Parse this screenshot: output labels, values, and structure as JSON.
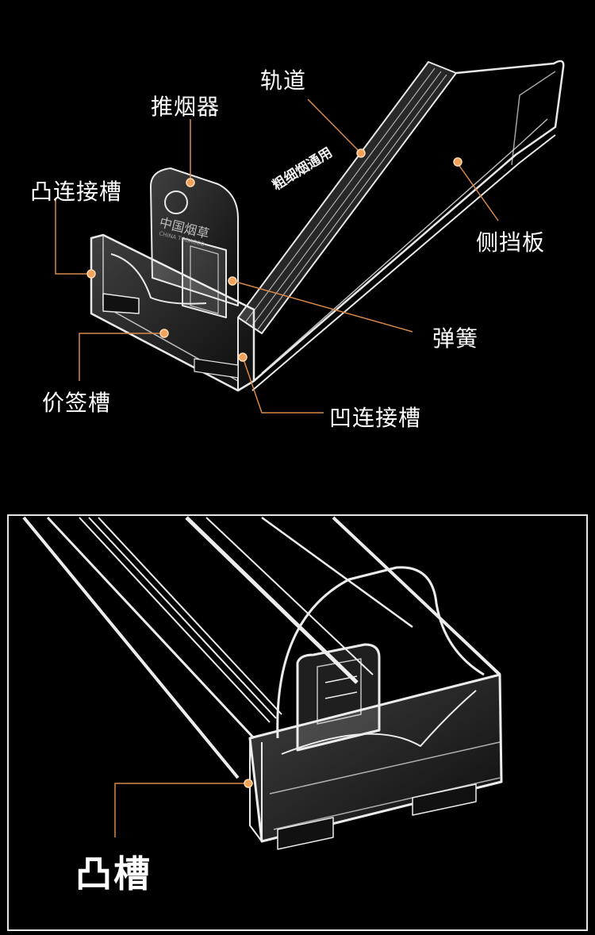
{
  "top_panel": {
    "labels": {
      "track": "轨道",
      "pusher": "推烟器",
      "convex_slot": "凸连接槽",
      "side_panel": "侧挡板",
      "spring": "弹簧",
      "price_slot": "价签槽",
      "concave_slot": "凹连接槽"
    },
    "rail_text": "粗细烟通用",
    "pusher_logo_text": "中国烟草",
    "pusher_logo_subtext": "CHINA TOBACCO"
  },
  "bottom_panel": {
    "label": "凸槽"
  },
  "colors": {
    "background": "#000000",
    "callout": "#f2a25a",
    "acrylic": "#e8e8e8"
  }
}
